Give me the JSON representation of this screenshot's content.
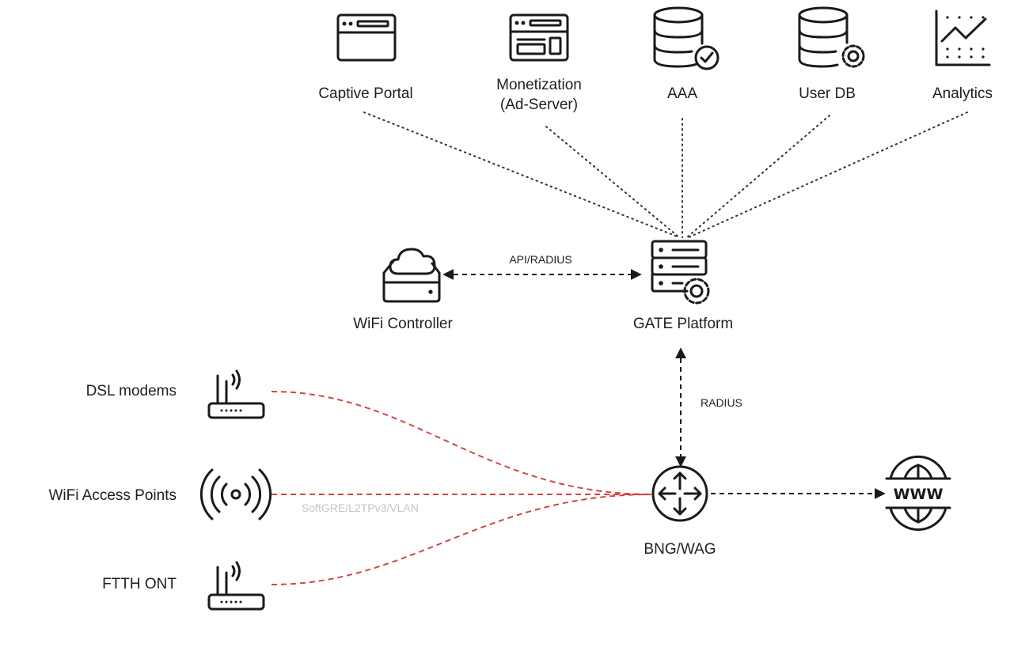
{
  "top_services": [
    {
      "label": "Captive Portal",
      "icon": "browser-window-icon"
    },
    {
      "label_line1": "Monetization",
      "label_line2": "(Ad-Server)",
      "icon": "browser-layout-icon"
    },
    {
      "label": "AAA",
      "icon": "database-check-icon"
    },
    {
      "label": "User DB",
      "icon": "database-gear-icon"
    },
    {
      "label": "Analytics",
      "icon": "line-chart-icon"
    }
  ],
  "wifi_controller": {
    "label": "WiFi Controller",
    "icon": "cloud-server-icon"
  },
  "gate_platform": {
    "label": "GATE Platform",
    "icon": "server-gear-icon"
  },
  "bng": {
    "label": "BNG/WAG",
    "icon": "router-icon"
  },
  "internet": {
    "label": "WWW",
    "icon": "globe-www-icon"
  },
  "links": {
    "controller_to_gate": "API/RADIUS",
    "gate_to_bng": "RADIUS",
    "access_tunnel": "SoftGRE/L2TPv3/VLAN"
  },
  "access_devices": [
    {
      "label": "DSL modems",
      "icon": "modem-icon"
    },
    {
      "label": "WiFi Access Points",
      "icon": "wifi-broadcast-icon"
    },
    {
      "label": "FTTH ONT",
      "icon": "modem-icon"
    }
  ],
  "colors": {
    "access_link": "#d34545",
    "line": "#1a1a1a",
    "tunnel_text": "#c4c4c4"
  }
}
